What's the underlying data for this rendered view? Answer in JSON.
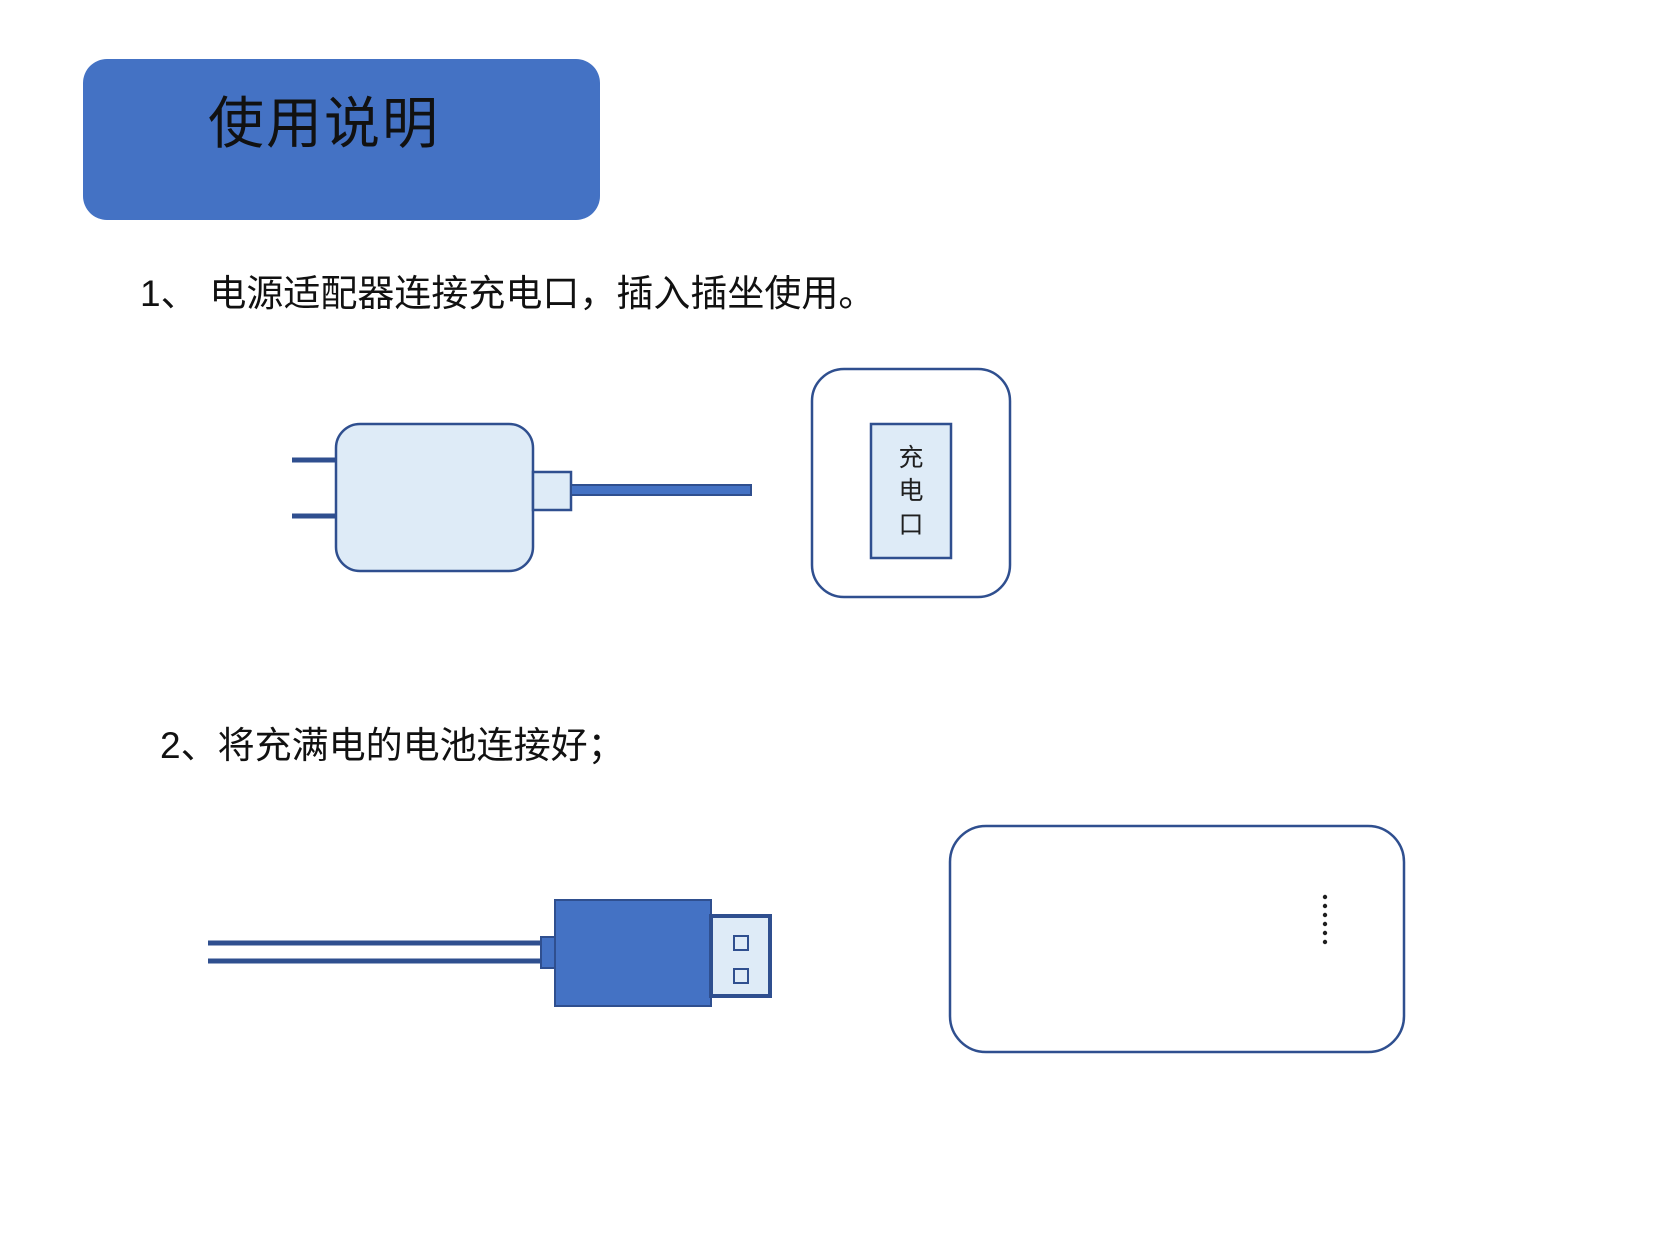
{
  "title": "使用说明",
  "steps": [
    {
      "number": "1",
      "separator": "、 ",
      "text": "电源适配器连接充电口，插入插坐使用。"
    },
    {
      "number": "2",
      "separator": "、",
      "text": "将充满电的电池连接好；"
    }
  ],
  "charging_port": {
    "label_chars": [
      "充",
      "电",
      "口"
    ]
  },
  "colors": {
    "accent": "#4472c4",
    "outline": "#2f4f8f",
    "light_fill": "#deebf7"
  }
}
